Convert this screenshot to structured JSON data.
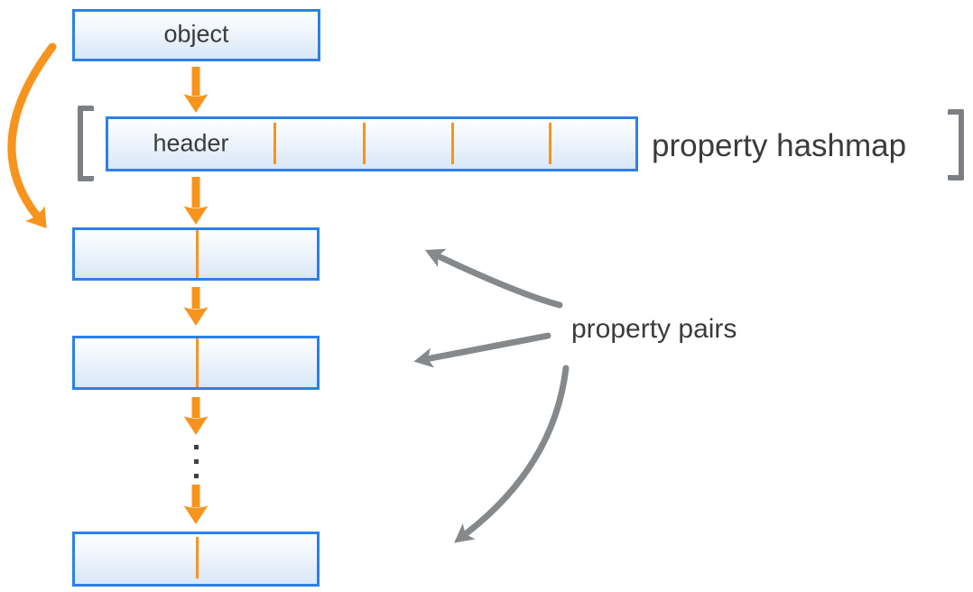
{
  "diagram": {
    "object_box": {
      "label": "object"
    },
    "hashmap": {
      "header_label": "header",
      "annotation": "property hashmap",
      "slot_divider_count": 4
    },
    "property_pairs": {
      "annotation": "property pairs",
      "pair_box_count": 3,
      "ellipsis_dot_count": 3
    },
    "colors": {
      "accent_orange": "#F7941E",
      "box_border_blue": "#2E80E9",
      "box_fill_top": "#FCFEFF",
      "box_fill_bottom": "#D8E7F8",
      "arrow_gray": "#85898C",
      "bracket_gray": "#7C8084",
      "text_dark": "#3B3B3B"
    }
  }
}
